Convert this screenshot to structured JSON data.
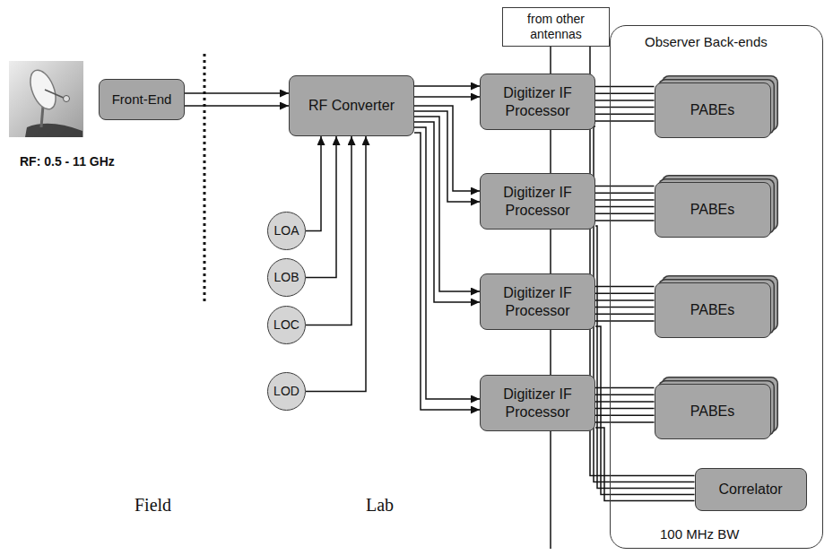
{
  "diagram": {
    "nodes": [
      {
        "text": [
          "Front-End"
        ]
      },
      {
        "text": [
          "RF Converter"
        ]
      },
      {
        "text": [
          "LOA"
        ]
      },
      {
        "text": [
          "LOB"
        ]
      },
      {
        "text": [
          "LOC"
        ]
      },
      {
        "text": [
          "LOD"
        ]
      },
      {
        "text": [
          "from other antennas"
        ]
      },
      {
        "text": [
          "Digitizer IF Processor"
        ]
      },
      {
        "text": [
          "Digitizer IF Processor"
        ]
      },
      {
        "text": [
          "Digitizer IF Processor"
        ]
      },
      {
        "text": [
          "Digitizer IF Processor"
        ]
      },
      {
        "text": [
          "Observer Back-ends",
          "100 MHz BW"
        ]
      },
      {
        "text": [
          "PABEs"
        ],
        "in": 11
      },
      {
        "text": [
          "PABEs"
        ],
        "in": 11
      },
      {
        "text": [
          "PABEs"
        ],
        "in": 11
      },
      {
        "text": [
          "PABEs"
        ],
        "in": 11
      },
      {
        "text": [
          "Correlator"
        ],
        "in": 11
      }
    ],
    "edges": [
      {
        "from": 0,
        "to": 1,
        "arrow": "to"
      },
      {
        "from": 2,
        "to": 1,
        "arrow": "to"
      },
      {
        "from": 3,
        "to": 1,
        "arrow": "to"
      },
      {
        "from": 4,
        "to": 1,
        "arrow": "to"
      },
      {
        "from": 5,
        "to": 1,
        "arrow": "to"
      },
      {
        "from": 1,
        "to": 7,
        "arrow": "to"
      },
      {
        "from": 1,
        "to": 8,
        "arrow": "to"
      },
      {
        "from": 1,
        "to": 9,
        "arrow": "to"
      },
      {
        "from": 1,
        "to": 10,
        "arrow": "to"
      },
      {
        "from": 6,
        "to": 7,
        "arrow": "none"
      },
      {
        "from": 7,
        "to": 8,
        "arrow": "none"
      },
      {
        "from": 8,
        "to": 9,
        "arrow": "none"
      },
      {
        "from": 9,
        "to": 10,
        "arrow": "none"
      },
      {
        "from": 7,
        "to": 12,
        "arrow": "none"
      },
      {
        "from": 8,
        "to": 13,
        "arrow": "none"
      },
      {
        "from": 9,
        "to": 14,
        "arrow": "none"
      },
      {
        "from": 10,
        "to": 15,
        "arrow": "none"
      },
      {
        "from": 7,
        "to": 16,
        "arrow": "none"
      },
      {
        "from": 8,
        "to": 16,
        "arrow": "none"
      },
      {
        "from": 9,
        "to": 16,
        "arrow": "none"
      },
      {
        "from": 10,
        "to": 16,
        "arrow": "none"
      },
      {
        "from": 6,
        "to": 16,
        "arrow": "none"
      }
    ],
    "labels": [
      "RF: 0.5 - 11 GHz",
      "Field",
      "Lab"
    ]
  }
}
